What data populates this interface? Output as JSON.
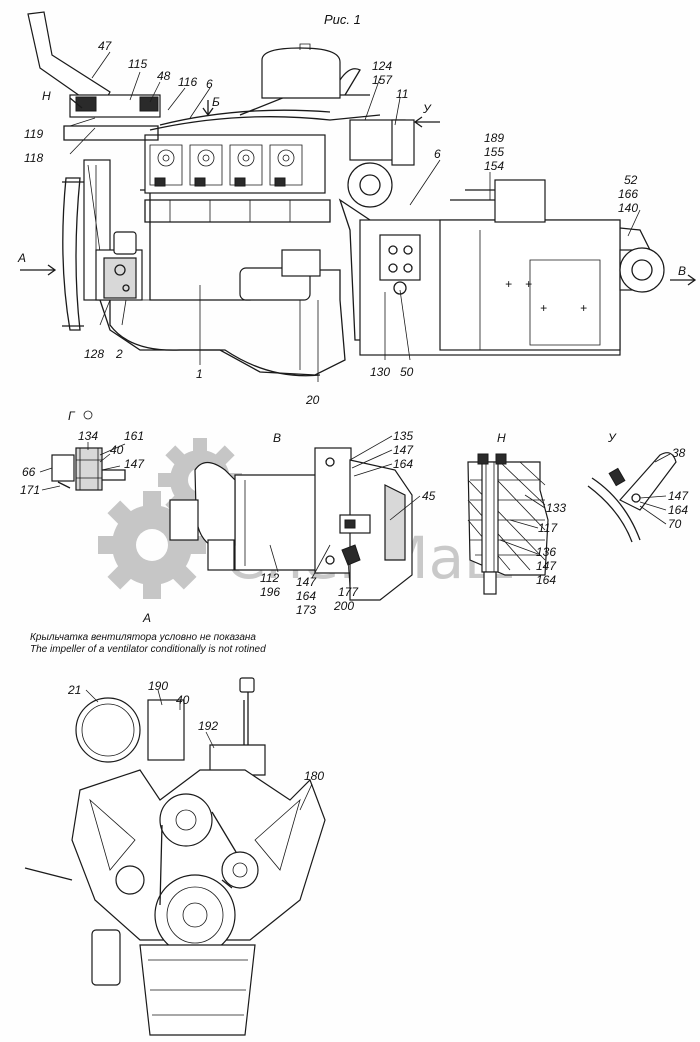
{
  "figure_title": "Рис. 1",
  "view_letters": {
    "A_left": "А",
    "B_top": "Б",
    "U_top": "У",
    "H_left": "Н",
    "B_right": "В",
    "G_detail": "Г",
    "V_detail": "В",
    "N_detail": "Н",
    "U_detail": "У",
    "A_view": "А"
  },
  "note_ru": "Крыльчатка вентилятора условно не показана",
  "note_en": "The impeller of a ventilator conditionally is not rotined",
  "watermark": "СпецМаш",
  "callouts_main": {
    "c47": "47",
    "c115": "115",
    "c48": "48",
    "c116": "116",
    "c6a": "6",
    "c119": "119",
    "c118": "118",
    "c124": "124",
    "c157": "157",
    "c11": "11",
    "c189": "189",
    "c155": "155",
    "c154": "154",
    "c6b": "6",
    "c52": "52",
    "c166": "166",
    "c140": "140",
    "c128": "128",
    "c2": "2",
    "c1": "1",
    "c20": "20",
    "c130": "130",
    "c50": "50"
  },
  "callouts_g": {
    "c134": "134",
    "c161": "161",
    "c40": "40",
    "c147": "147",
    "c66": "66",
    "c171": "171"
  },
  "callouts_v": {
    "c135": "135",
    "c147": "147",
    "c164": "164",
    "c45": "45",
    "c112": "112",
    "c196": "196",
    "c147b": "147",
    "c164b": "164",
    "c173": "173",
    "c177": "177",
    "c200": "200"
  },
  "callouts_n": {
    "c133": "133",
    "c117": "117",
    "c136": "136",
    "c147": "147",
    "c164": "164"
  },
  "callouts_u": {
    "c38": "38",
    "c147": "147",
    "c164": "164",
    "c70": "70"
  },
  "callouts_a": {
    "c21": "21",
    "c190": "190",
    "c40": "40",
    "c192": "192",
    "c180": "180"
  }
}
